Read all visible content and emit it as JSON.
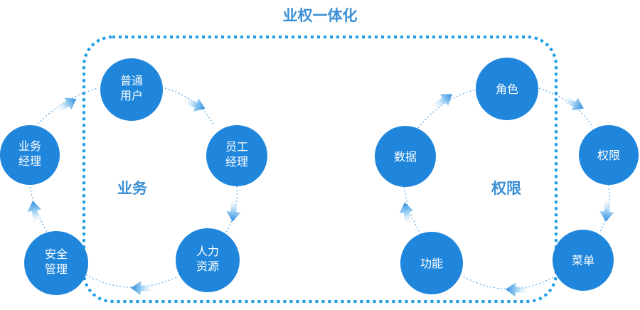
{
  "title": "业权一体化",
  "groups": {
    "business": "业务",
    "permission": "权限"
  },
  "left_cycle": [
    {
      "id": "putong",
      "lines": [
        "普通",
        "用户"
      ]
    },
    {
      "id": "yuangong",
      "lines": [
        "员工",
        "经理"
      ]
    },
    {
      "id": "renli",
      "lines": [
        "人力",
        "资源"
      ]
    },
    {
      "id": "anquan",
      "lines": [
        "安全",
        "管理"
      ]
    },
    {
      "id": "yewu",
      "lines": [
        "业务",
        "经理"
      ]
    }
  ],
  "right_cycle": [
    {
      "id": "juese",
      "lines": [
        "角色"
      ]
    },
    {
      "id": "quanxian",
      "lines": [
        "权限"
      ]
    },
    {
      "id": "caidan",
      "lines": [
        "菜单"
      ]
    },
    {
      "id": "gongneng",
      "lines": [
        "功能"
      ]
    },
    {
      "id": "shuju",
      "lines": [
        "数据"
      ]
    }
  ],
  "colors": {
    "node": "#1f86dc",
    "accent": "#3a8fd6",
    "dashed_border": "#1a9be6",
    "connector": "#5aa9e6"
  }
}
